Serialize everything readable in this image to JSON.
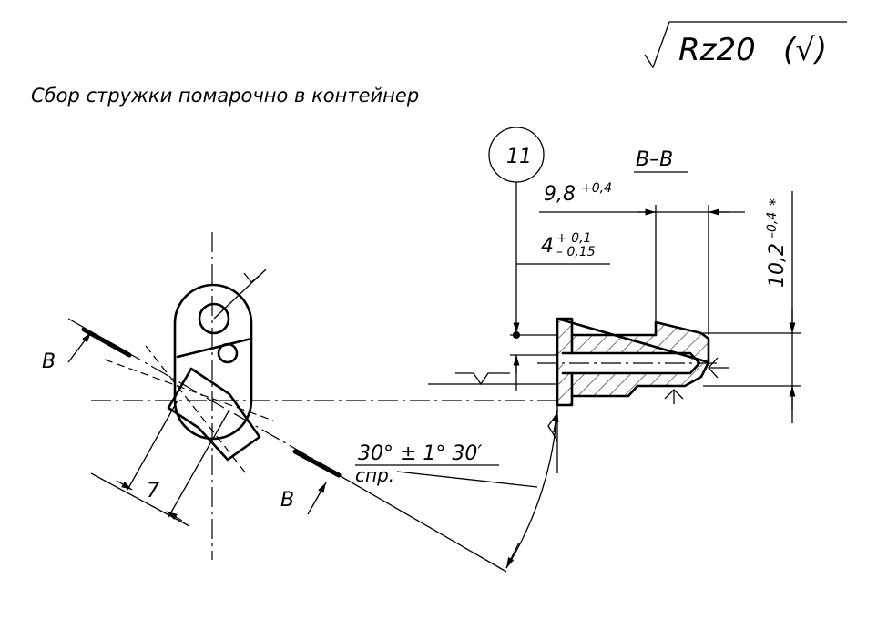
{
  "roughness_general": {
    "symbol": "√",
    "text": "Rz20",
    "paren_symbol": "(√)"
  },
  "note_chips": "Сбор стружки помарочно в контейнер",
  "position_number": "11",
  "section_label": "В–В",
  "dim_98": {
    "value": "9,8",
    "tol": "+0,4"
  },
  "dim_4": {
    "value": "4",
    "tol_upper": "+ 0,1",
    "tol_lower": "– 0,15"
  },
  "dim_102": {
    "value": "10,2",
    "tol": "–0,4",
    "mark": "*"
  },
  "cut_label_top": "В",
  "cut_label_bottom": "В",
  "dim_7": "7",
  "angle": {
    "value": "30° ± 1° 30′",
    "note": "спр."
  }
}
